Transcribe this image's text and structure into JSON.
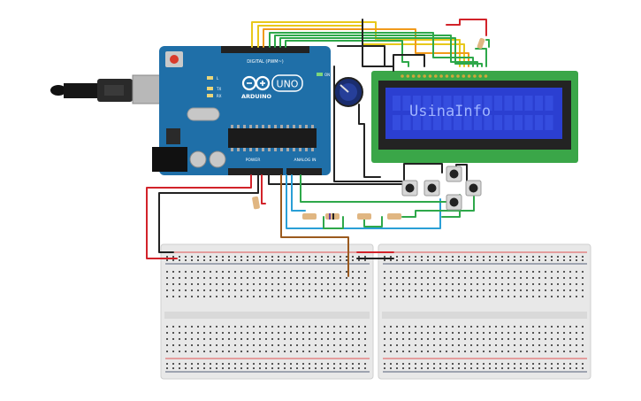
{
  "arduino": {
    "brand": "ARDUINO",
    "model": "UNO",
    "digital_header": "DIGITAL (PWM~)",
    "power_header": "POWER",
    "analog_header": "ANALOG IN",
    "tx": "TX",
    "rx": "RX",
    "on": "ON",
    "l": "L"
  },
  "lcd": {
    "text": "UsinaInfo"
  },
  "colors": {
    "board": "#1f6fa8",
    "lcd_pcb": "#3aa648",
    "lcd_screen": "#2b3fd1",
    "breadboard": "#e6e6e6",
    "wire_yellow": "#e8c81a",
    "wire_orange": "#f19a1c",
    "wire_green": "#2ea84a",
    "wire_red": "#d2232a",
    "wire_black": "#222222",
    "wire_blue": "#2a9fd6",
    "wire_brown": "#9b5a1e"
  }
}
